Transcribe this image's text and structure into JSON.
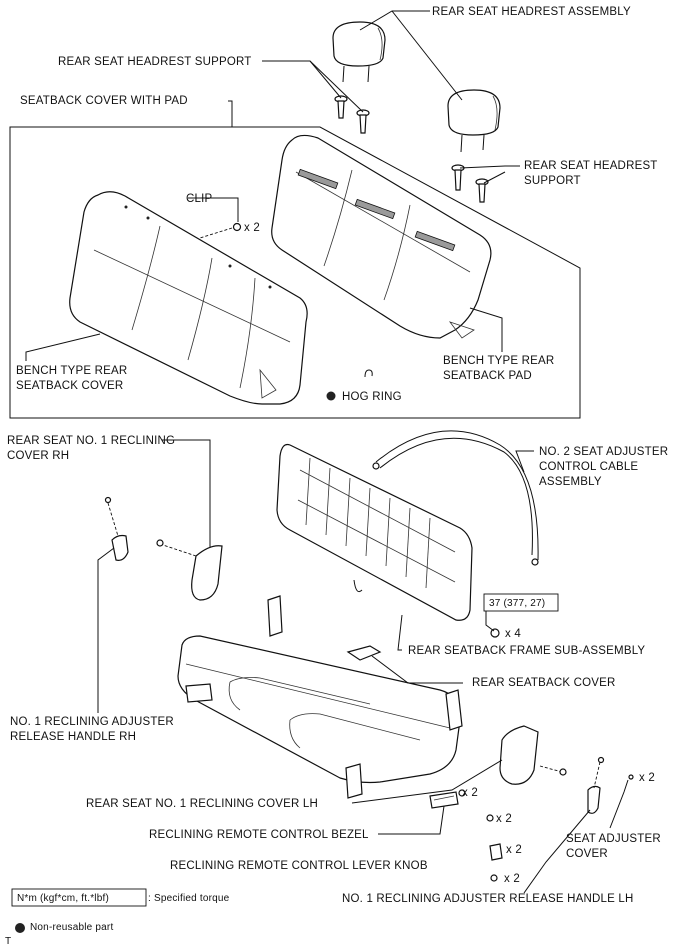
{
  "labels": {
    "rear_headrest_assembly": "REAR SEAT HEADREST ASSEMBLY",
    "rear_headrest_support_top": "REAR SEAT HEADREST SUPPORT",
    "seatback_cover_with_pad": "SEATBACK COVER WITH PAD",
    "rear_headrest_support_right_1": "REAR SEAT HEADREST",
    "rear_headrest_support_right_2": "SUPPORT",
    "clip": "CLIP",
    "clip_qty": "x 2",
    "bench_cover_1": "BENCH TYPE REAR",
    "bench_cover_2": "SEATBACK COVER",
    "bench_pad_1": "BENCH TYPE REAR",
    "bench_pad_2": "SEATBACK PAD",
    "hog_ring": "HOG RING",
    "reclining_cover_rh_1": "REAR SEAT NO. 1 RECLINING",
    "reclining_cover_rh_2": "COVER RH",
    "cable_1": "NO. 2 SEAT ADJUSTER",
    "cable_2": "CONTROL CABLE",
    "cable_3": "ASSEMBLY",
    "torque_box": "37 (377, 27)",
    "bolt_qty_4": "x 4",
    "frame_sub_assembly": "REAR SEATBACK FRAME SUB-ASSEMBLY",
    "rear_seatback_cover": "REAR SEATBACK COVER",
    "release_handle_rh_1": "NO. 1 RECLINING ADJUSTER",
    "release_handle_rh_2": "RELEASE HANDLE RH",
    "reclining_cover_lh": "REAR SEAT NO. 1 RECLINING COVER LH",
    "qty_x2_a": "x 2",
    "qty_x2_b": "x 2",
    "qty_x2_c": "x 2",
    "qty_x2_d": "x 2",
    "qty_x2_e": "x 2",
    "bezel": "RECLINING REMOTE CONTROL BEZEL",
    "lever_knob": "RECLINING REMOTE CONTROL LEVER KNOB",
    "seat_adjuster_cover_1": "SEAT ADJUSTER",
    "seat_adjuster_cover_2": "COVER",
    "release_handle_lh": "NO. 1 RECLINING ADJUSTER RELEASE HANDLE LH"
  },
  "legend": {
    "torque_unit": "N*m (kgf*cm, ft.*lbf)",
    "torque_desc": ": Specified torque",
    "non_reusable": "Non-reusable part",
    "corner_mark": "T"
  }
}
